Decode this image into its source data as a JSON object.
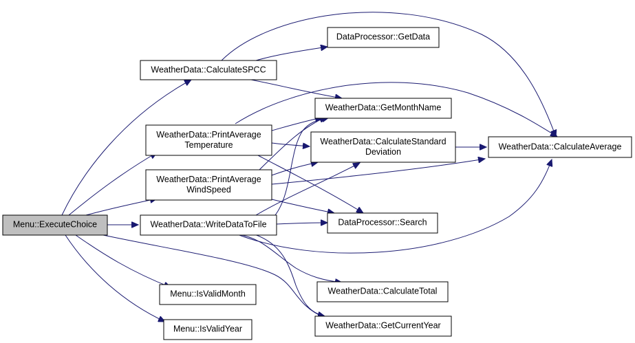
{
  "diagram": {
    "type": "call-graph",
    "nodes": {
      "execute_choice": {
        "lines": [
          "Menu::ExecuteChoice"
        ],
        "root": true
      },
      "calculate_spcc": {
        "lines": [
          "WeatherData::CalculateSPCC"
        ]
      },
      "print_avg_temp": {
        "lines": [
          "WeatherData::PrintAverage",
          "Temperature"
        ]
      },
      "print_avg_wind": {
        "lines": [
          "WeatherData::PrintAverage",
          "WindSpeed"
        ]
      },
      "write_data_to_file": {
        "lines": [
          "WeatherData::WriteDataToFile"
        ]
      },
      "is_valid_month": {
        "lines": [
          "Menu::IsValidMonth"
        ]
      },
      "is_valid_year": {
        "lines": [
          "Menu::IsValidYear"
        ]
      },
      "get_data": {
        "lines": [
          "DataProcessor::GetData"
        ]
      },
      "get_month_name": {
        "lines": [
          "WeatherData::GetMonthName"
        ]
      },
      "calc_std_dev": {
        "lines": [
          "WeatherData::CalculateStandard",
          "Deviation"
        ]
      },
      "search": {
        "lines": [
          "DataProcessor::Search"
        ]
      },
      "calculate_total": {
        "lines": [
          "WeatherData::CalculateTotal"
        ]
      },
      "get_current_year": {
        "lines": [
          "WeatherData::GetCurrentYear"
        ]
      },
      "calculate_average": {
        "lines": [
          "WeatherData::CalculateAverage"
        ]
      }
    },
    "edges": [
      [
        "execute_choice",
        "calculate_spcc"
      ],
      [
        "execute_choice",
        "print_avg_temp"
      ],
      [
        "execute_choice",
        "print_avg_wind"
      ],
      [
        "execute_choice",
        "write_data_to_file"
      ],
      [
        "execute_choice",
        "is_valid_month"
      ],
      [
        "execute_choice",
        "is_valid_year"
      ],
      [
        "execute_choice",
        "get_current_year"
      ],
      [
        "calculate_spcc",
        "get_data"
      ],
      [
        "calculate_spcc",
        "get_month_name"
      ],
      [
        "calculate_spcc",
        "calculate_average"
      ],
      [
        "print_avg_temp",
        "get_month_name"
      ],
      [
        "print_avg_temp",
        "calc_std_dev"
      ],
      [
        "print_avg_temp",
        "search"
      ],
      [
        "print_avg_temp",
        "calculate_average"
      ],
      [
        "print_avg_wind",
        "get_month_name"
      ],
      [
        "print_avg_wind",
        "calc_std_dev"
      ],
      [
        "print_avg_wind",
        "search"
      ],
      [
        "print_avg_wind",
        "calculate_average"
      ],
      [
        "write_data_to_file",
        "get_month_name"
      ],
      [
        "write_data_to_file",
        "calc_std_dev"
      ],
      [
        "write_data_to_file",
        "search"
      ],
      [
        "write_data_to_file",
        "calculate_total"
      ],
      [
        "write_data_to_file",
        "get_current_year"
      ],
      [
        "write_data_to_file",
        "calculate_average"
      ],
      [
        "calc_std_dev",
        "calculate_average"
      ]
    ]
  }
}
